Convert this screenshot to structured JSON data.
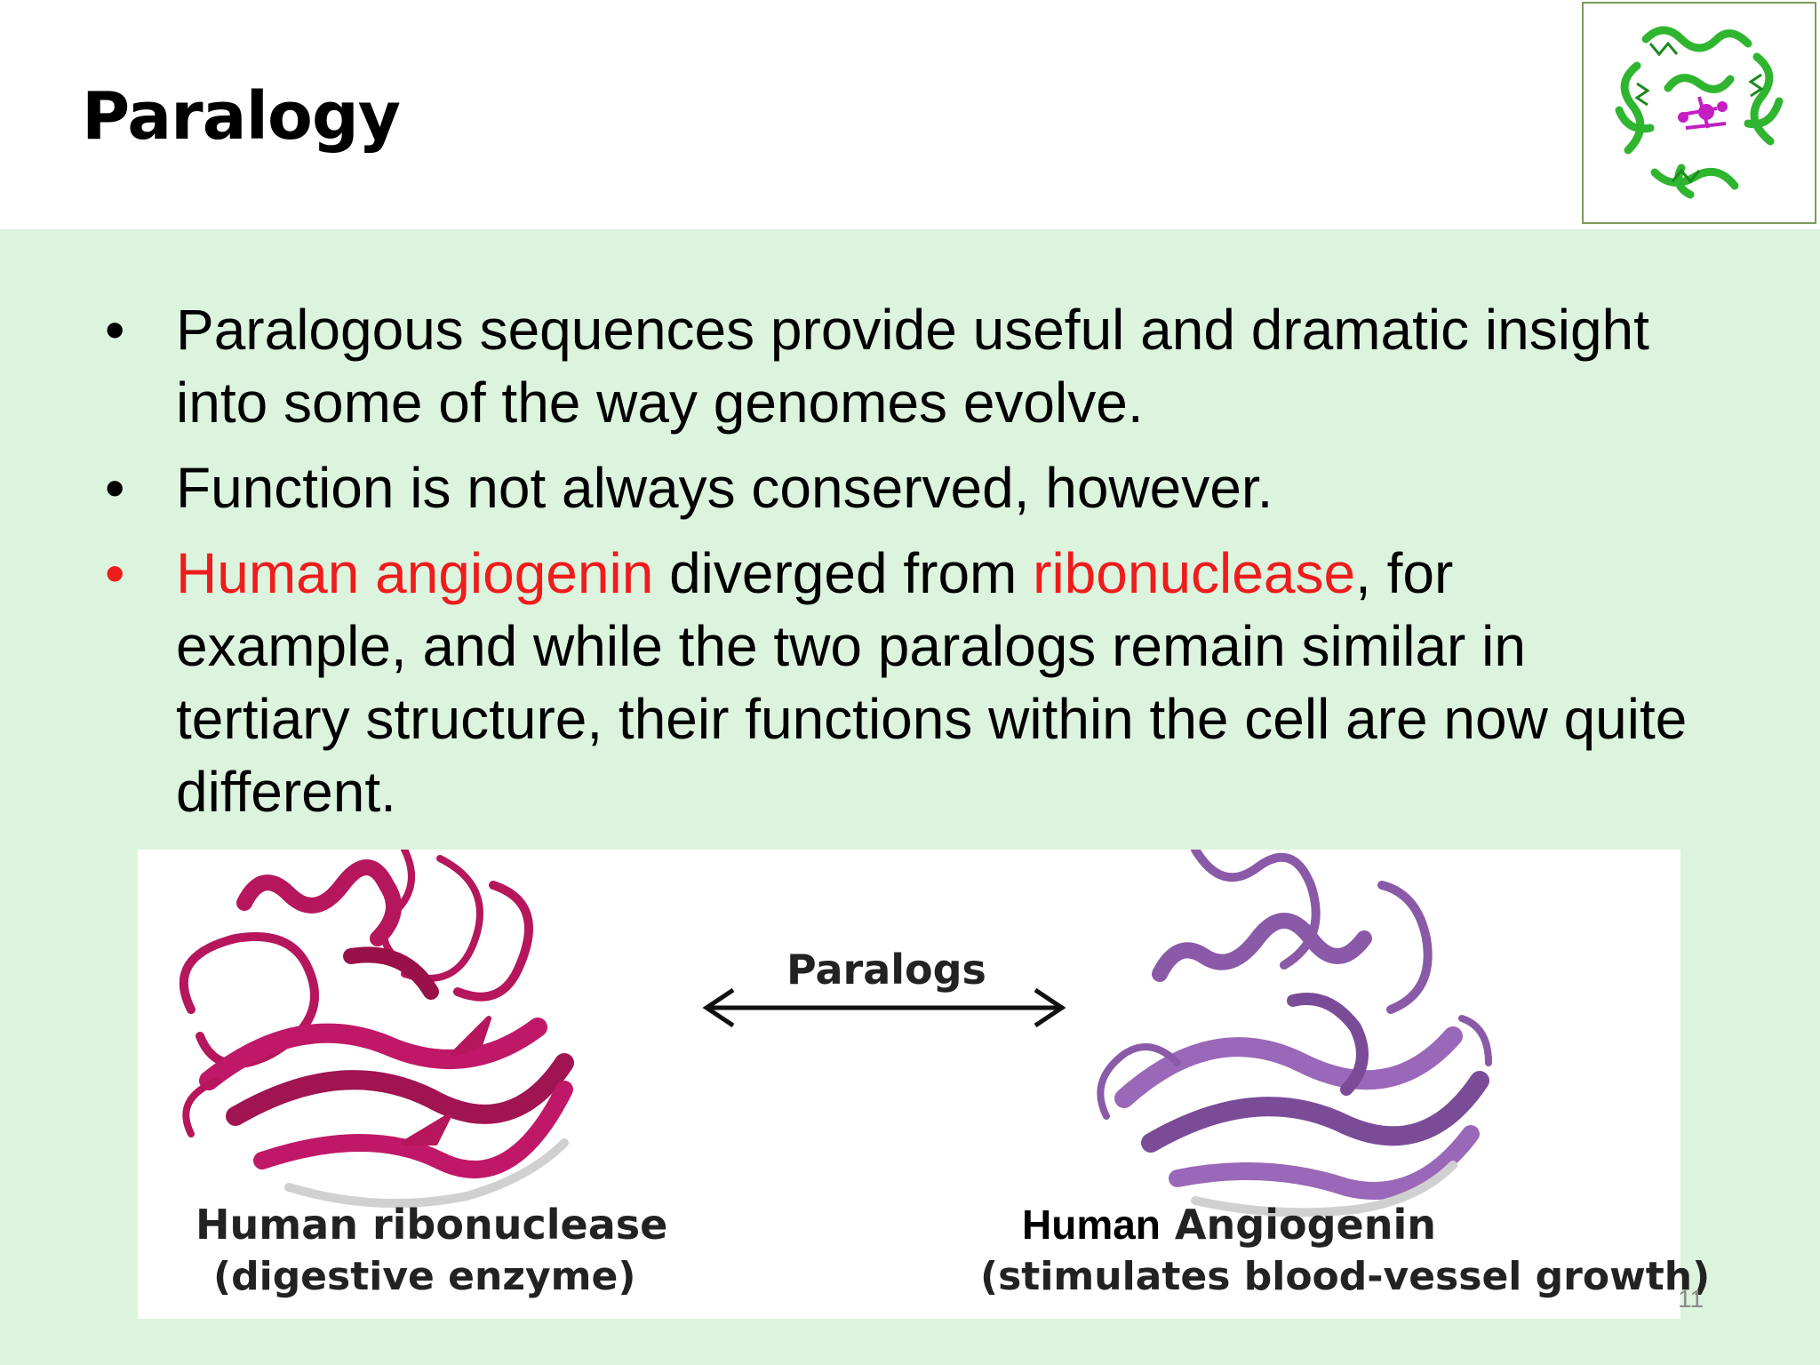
{
  "slide": {
    "title": "Paralogy",
    "page_number": "11"
  },
  "bullets": [
    {
      "parts": [
        {
          "text": "Paralogous sequences provide useful and dramatic insight into some of the way genomes evolve.",
          "red": false
        }
      ]
    },
    {
      "parts": [
        {
          "text": "Function is not always conserved, however.",
          "red": false
        }
      ]
    },
    {
      "bullet_red": true,
      "parts": [
        {
          "text": "Human angiogenin",
          "red": true
        },
        {
          "text": " diverged from ",
          "red": false
        },
        {
          "text": "ribonuclease",
          "red": true
        },
        {
          "text": ", for example, and while the two paralogs remain similar in tertiary structure, their functions within the cell are now quite different.",
          "red": false
        }
      ]
    }
  ],
  "figure": {
    "arrow_label": "Paralogs",
    "left_name": "Human ribonuclease",
    "left_desc": "(digestive enzyme)",
    "right_name_prefix": "Human",
    "right_name": "Angiogenin",
    "right_desc": "(stimulates blood-vessel growth)"
  },
  "colors": {
    "content_bg": "#dcf4dd",
    "highlight_red": "#ee1c1c",
    "ribonuclease": "#b5165c",
    "angiogenin": "#8a5aa8",
    "thumb_protein": "#2fb52f"
  }
}
